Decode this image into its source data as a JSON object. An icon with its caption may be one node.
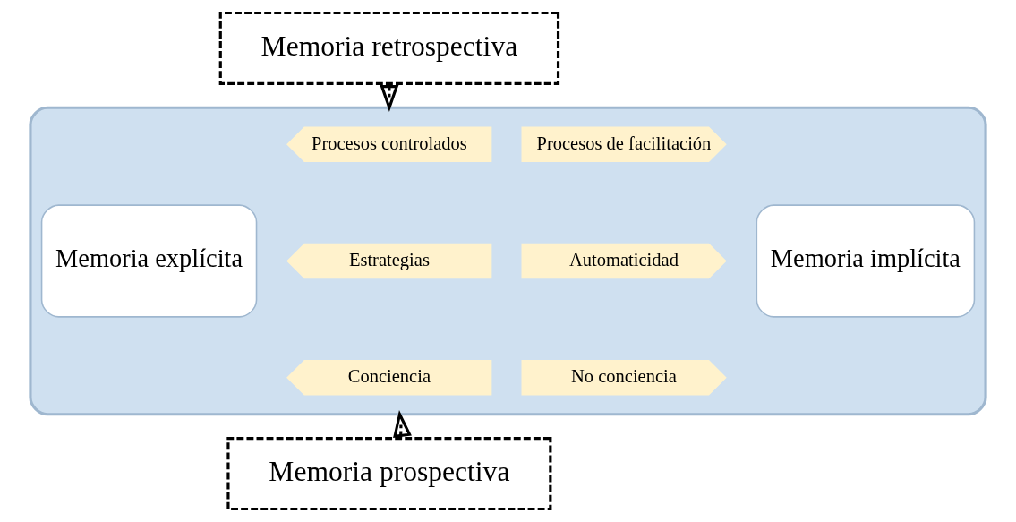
{
  "diagram": {
    "nodes": [
      {
        "text": [
          "Memoria retrospectiva"
        ]
      },
      {
        "text": [],
        "shape": "arrow"
      },
      {
        "text": [
          "Memoria explícita"
        ],
        "in": 1
      },
      {
        "text": [
          "Procesos controlados"
        ],
        "in": 1
      },
      {
        "text": [
          "Estrategias"
        ],
        "in": 1
      },
      {
        "text": [
          "Conciencia"
        ],
        "in": 1
      },
      {
        "text": [
          "Procesos de facilitación"
        ],
        "in": 1
      },
      {
        "text": [
          "Automaticidad"
        ],
        "in": 1
      },
      {
        "text": [
          "No conciencia"
        ],
        "in": 1
      },
      {
        "text": [
          "Memoria implícita"
        ],
        "in": 1
      },
      {
        "text": [
          "Memoria prospectiva"
        ]
      }
    ],
    "edges": [
      {
        "from": 0,
        "to": 1,
        "arrow": "to",
        "style": "dashed"
      },
      {
        "from": 10,
        "to": 1,
        "arrow": "to",
        "style": "dashed"
      }
    ]
  }
}
